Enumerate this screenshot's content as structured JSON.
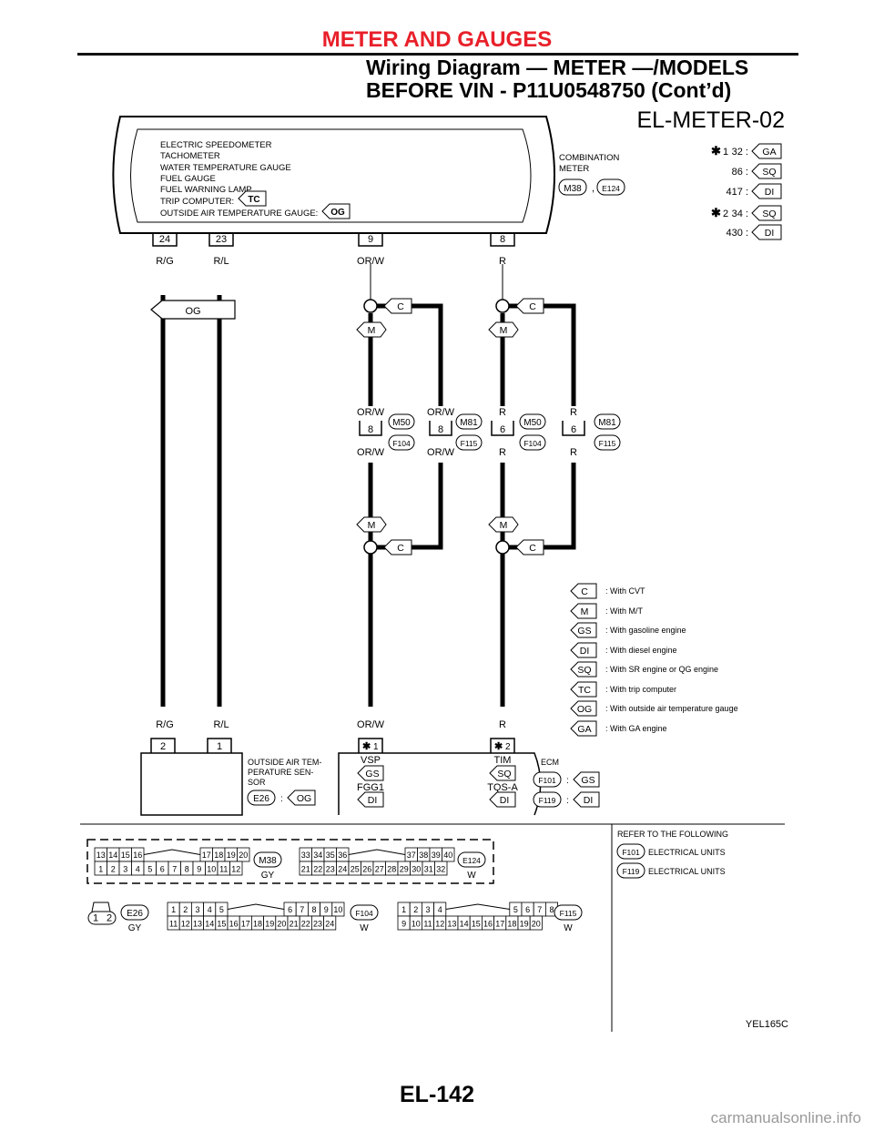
{
  "header": {
    "section_title": "METER AND GAUGES",
    "subtitle_line1": "Wiring Diagram — METER —/MODELS",
    "subtitle_line2": "BEFORE VIN - P11U0548750 (Cont’d)"
  },
  "diagram": {
    "id": "EL-METER-02",
    "meter_box": {
      "functions": [
        "ELECTRIC SPEEDOMETER",
        "TACHOMETER",
        "WATER TEMPERATURE GAUGE",
        "FUEL GAUGE",
        "FUEL WARNING LAMP",
        "TRIP COMPUTER:",
        "OUTSIDE AIR TEMPERATURE GAUGE:"
      ],
      "trip_tag": "TC",
      "oat_tag": "OG",
      "name_line1": "COMBINATION",
      "name_line2": "METER",
      "connector_a": "M38",
      "connector_sep": ",",
      "connector_b": "E124",
      "pins": [
        "24",
        "23",
        "9",
        "8"
      ]
    },
    "star_notes": {
      "star1": "1",
      "star2": "2",
      "rows": [
        {
          "num": "32 :",
          "tag": "GA"
        },
        {
          "num": "86 :",
          "tag": "SQ"
        },
        {
          "num": "417 :",
          "tag": "DI"
        },
        {
          "num": "34 :",
          "tag": "SQ"
        },
        {
          "num": "430 :",
          "tag": "DI"
        }
      ]
    },
    "wires": {
      "rg": "R/G",
      "rl": "R/L",
      "orw": "OR/W",
      "r": "R",
      "og_tag": "OG",
      "c_tag": "C",
      "m_tag": "M"
    },
    "joint_connectors": [
      {
        "pin": "8",
        "upper": "M50",
        "lower": "F104"
      },
      {
        "pin": "8",
        "upper": "M81",
        "lower": "F115"
      },
      {
        "pin": "6",
        "upper": "M50",
        "lower": "F104"
      },
      {
        "pin": "6",
        "upper": "M81",
        "lower": "F115"
      }
    ],
    "legend": [
      {
        "tag": "C",
        "text": ": With CVT"
      },
      {
        "tag": "M",
        "text": ": With M/T"
      },
      {
        "tag": "GS",
        "text": ": With gasoline engine"
      },
      {
        "tag": "DI",
        "text": ": With diesel engine"
      },
      {
        "tag": "SQ",
        "text": ": With SR engine or QG engine"
      },
      {
        "tag": "TC",
        "text": ": With trip computer"
      },
      {
        "tag": "OG",
        "text": ": With outside air temperature gauge"
      },
      {
        "tag": "GA",
        "text": ": With GA engine"
      }
    ],
    "sensor": {
      "pins": [
        "2",
        "1"
      ],
      "name": [
        "OUTSIDE AIR TEM-",
        "PERATURE SEN-",
        "SOR"
      ],
      "connector": "E26",
      "sep": ":",
      "tag": "OG"
    },
    "ecm": {
      "pin_left": "1",
      "pin_right": "2",
      "vsp": "VSP",
      "vsp_tag": "GS",
      "fgg": "FGG1",
      "fgg_tag": "DI",
      "tim": "TIM",
      "tim_tag": "SQ",
      "tqs": "TQS-A",
      "tqs_tag": "DI",
      "name": "ECM",
      "conn1": "F101",
      "conn1_tag": "GS",
      "conn2": "F119",
      "conn2_tag": "DI",
      "sep": ":"
    },
    "refer": {
      "title": "REFER TO THE FOLLOWING",
      "items": [
        {
          "conn": "F101",
          "text": "ELECTRICAL UNITS"
        },
        {
          "conn": "F119",
          "text": "ELECTRICAL UNITS"
        }
      ]
    },
    "connector_views": [
      {
        "name": "M38",
        "color": "GY",
        "top": [
          "13",
          "14",
          "15",
          "16",
          "17",
          "18",
          "19",
          "20"
        ],
        "bottom": [
          "1",
          "2",
          "3",
          "4",
          "5",
          "6",
          "7",
          "8",
          "9",
          "10",
          "11",
          "12"
        ]
      },
      {
        "name": "E124",
        "color": "W",
        "top": [
          "33",
          "34",
          "35",
          "36",
          "37",
          "38",
          "39",
          "40"
        ],
        "bottom": [
          "21",
          "22",
          "23",
          "24",
          "25",
          "26",
          "27",
          "28",
          "29",
          "30",
          "31",
          "32"
        ]
      },
      {
        "name": "E26",
        "color": "GY",
        "top": [],
        "bottom": [
          "1",
          "2"
        ]
      },
      {
        "name": "F104",
        "color": "W",
        "top": [
          "1",
          "2",
          "3",
          "4",
          "5",
          "6",
          "7",
          "8",
          "9",
          "10"
        ],
        "bottom": [
          "11",
          "12",
          "13",
          "14",
          "15",
          "16",
          "17",
          "18",
          "19",
          "20",
          "21",
          "22",
          "23",
          "24"
        ]
      },
      {
        "name": "F115",
        "color": "W",
        "top": [
          "1",
          "2",
          "3",
          "4",
          "5",
          "6",
          "7",
          "8"
        ],
        "bottom": [
          "9",
          "10",
          "11",
          "12",
          "13",
          "14",
          "15",
          "16",
          "17",
          "18",
          "19",
          "20"
        ]
      }
    ],
    "figure_code": "YEL165C"
  },
  "footer": {
    "page": "EL-142",
    "watermark": "carmanualsonline.info"
  }
}
